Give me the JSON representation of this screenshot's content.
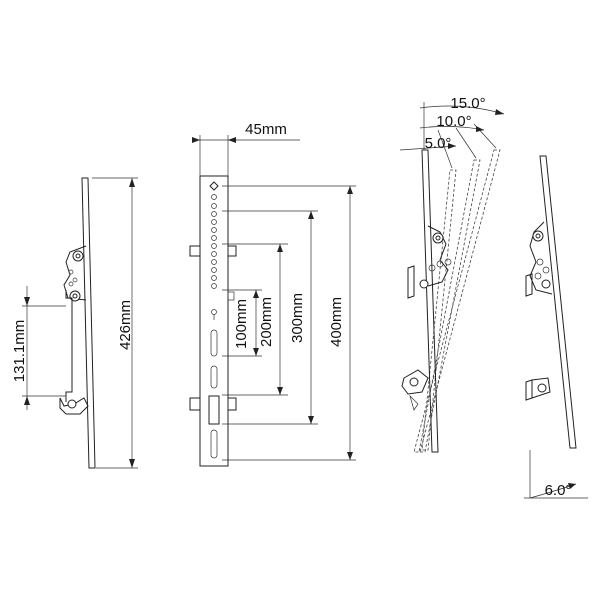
{
  "diagram": {
    "side_view_left": {
      "height_label": "426mm",
      "bracket_spacing_label": "131.1mm"
    },
    "front_view": {
      "width_label": "45mm",
      "hole_spacing_labels": [
        "100mm",
        "200mm",
        "300mm",
        "400mm"
      ]
    },
    "tilt_view": {
      "angle_labels": [
        "15.0°",
        "10.0°",
        "5.0°"
      ]
    },
    "side_view_right": {
      "angle_label": "6.0°"
    }
  }
}
